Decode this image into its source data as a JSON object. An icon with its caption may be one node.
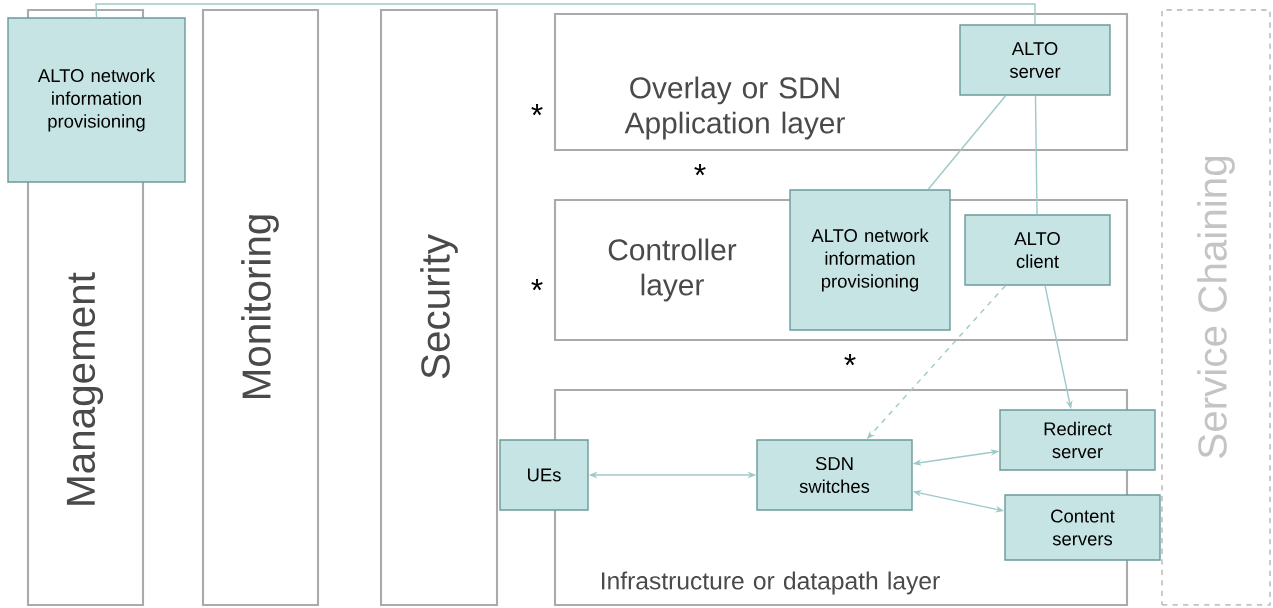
{
  "diagram": {
    "nodes": [
      {
        "text": [
          "Management"
        ]
      },
      {
        "text": [
          "Monitoring"
        ]
      },
      {
        "text": [
          "Security"
        ]
      },
      {
        "text": [
          "Overlay or SDN Application layer"
        ]
      },
      {
        "text": [
          "Controller layer"
        ]
      },
      {
        "text": [
          "Infrastructure or datapath layer"
        ]
      },
      {
        "text": [
          "Service Chaining"
        ]
      },
      {
        "text": [
          "ALTO network information provisioning"
        ]
      },
      {
        "text": [
          "ALTO server"
        ],
        "in": 3
      },
      {
        "text": [
          "ALTO network information provisioning"
        ]
      },
      {
        "text": [
          "ALTO client"
        ],
        "in": 4
      },
      {
        "text": [
          "Redirect server"
        ]
      },
      {
        "text": [
          "UEs"
        ]
      },
      {
        "text": [
          "SDN switches"
        ],
        "in": 5
      },
      {
        "text": [
          "Content servers"
        ]
      }
    ],
    "edges": [
      {
        "from": 7,
        "to": 8,
        "arrow": "none"
      },
      {
        "from": 9,
        "to": 8,
        "arrow": "none"
      },
      {
        "from": 8,
        "to": 10,
        "arrow": "none"
      },
      {
        "from": 10,
        "to": 13,
        "arrow": "to",
        "style": "dashed"
      },
      {
        "from": 10,
        "to": 11,
        "arrow": "to"
      },
      {
        "from": 12,
        "to": 13,
        "arrow": "both"
      },
      {
        "from": 13,
        "to": 11,
        "arrow": "both"
      },
      {
        "from": 13,
        "to": 14,
        "arrow": "both"
      }
    ],
    "labels": [
      "*",
      "*",
      "*",
      "*"
    ]
  }
}
